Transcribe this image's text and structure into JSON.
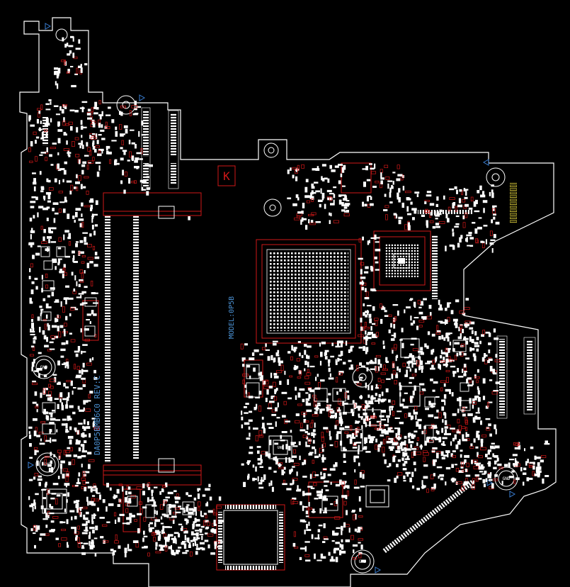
{
  "board": {
    "model_label": "MODEL:0P5B",
    "rev_label": "DA0P5BMB6C0  REV:C",
    "corner_mark": "K",
    "gnd_label": "GND",
    "colors": {
      "background": "#000000",
      "outline": "#ffffff",
      "component_outline": "#d01818",
      "silkscreen_text": "#4a8fd0",
      "pin_marker": "#3a7fd5",
      "highlight_pad": "#f0e040"
    }
  }
}
